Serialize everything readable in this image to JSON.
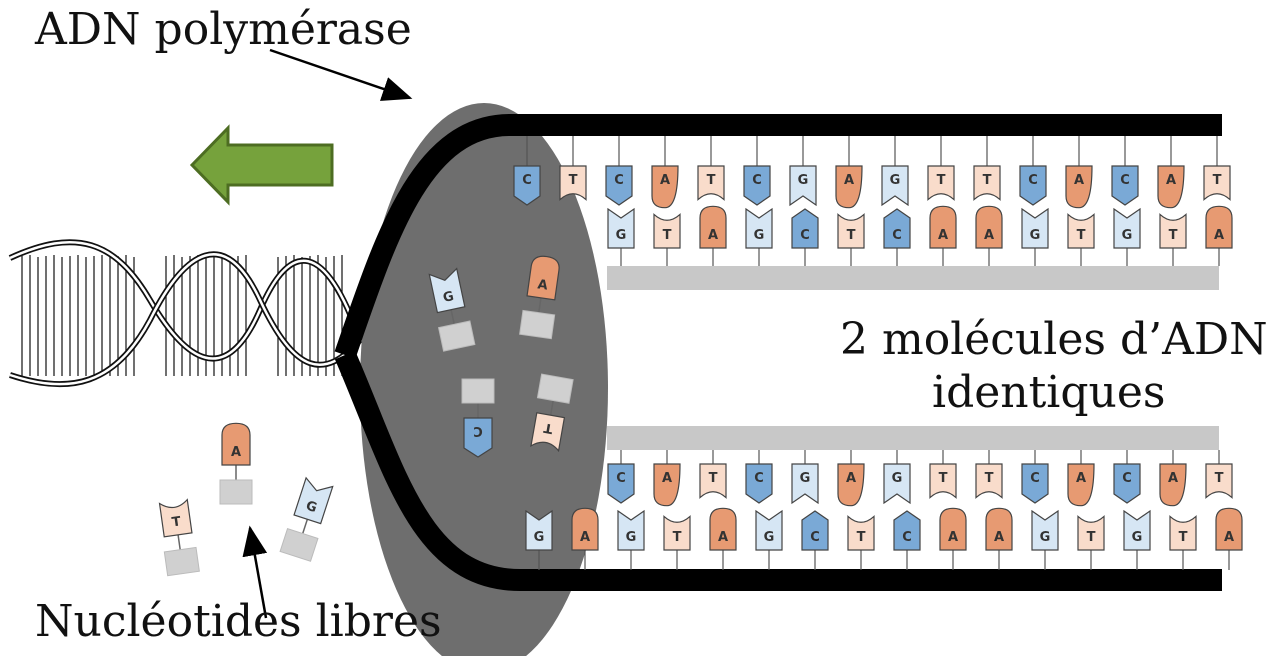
{
  "labels": {
    "polymerase": "ADN polymérase",
    "free_nucleotides": "Nucléotides libres",
    "molecules_line1": "2 molécules d’ADN",
    "molecules_line2": "identiques"
  },
  "colors": {
    "C": "#7aa9d6",
    "A": "#e79a72",
    "G": "#d6e6f4",
    "T": "#f9dccb",
    "enzyme": "#6e6e6e",
    "arrow": "#76a23c",
    "backbone": "#000000",
    "new_strand": "#c8c8c8"
  },
  "strands": {
    "top_upper": [
      "C",
      "T",
      "C",
      "A",
      "T",
      "C",
      "G",
      "A",
      "G",
      "T",
      "T",
      "C",
      "A",
      "C",
      "A",
      "T"
    ],
    "top_lower": [
      "G",
      "T",
      "A",
      "G",
      "C",
      "T",
      "C",
      "A",
      "A",
      "G",
      "T",
      "G",
      "T",
      "A"
    ],
    "bottom_upper": [
      "C",
      "A",
      "T",
      "C",
      "G",
      "A",
      "G",
      "T",
      "T",
      "C",
      "A",
      "C",
      "A",
      "T"
    ],
    "bottom_lower": [
      "G",
      "A",
      "G",
      "T",
      "A",
      "G",
      "C",
      "T",
      "C",
      "A",
      "A",
      "G",
      "T",
      "G",
      "T",
      "A"
    ]
  },
  "free_nucleotides_in_enzyme": [
    "G",
    "A",
    "C",
    "T"
  ],
  "free_nucleotides_outside": [
    "A",
    "T",
    "G"
  ]
}
